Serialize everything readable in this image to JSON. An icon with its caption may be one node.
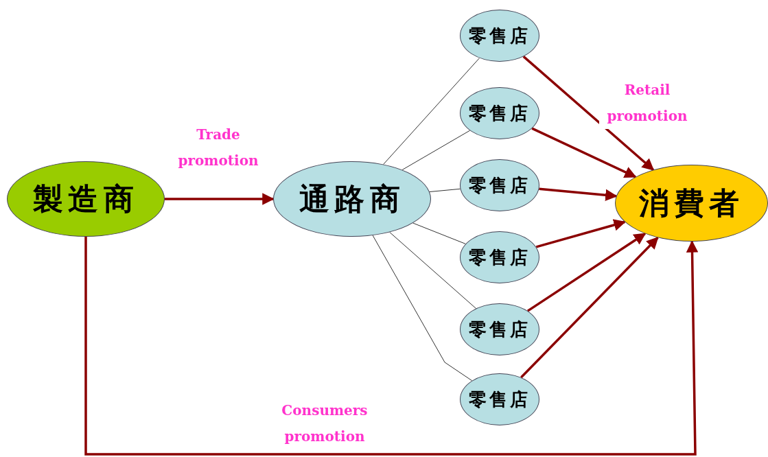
{
  "diagram": {
    "nodes": [
      {
        "text": [
          "製造商"
        ]
      },
      {
        "text": [
          "通路商"
        ]
      },
      {
        "text": [
          "零售店"
        ]
      },
      {
        "text": [
          "零售店"
        ]
      },
      {
        "text": [
          "零售店"
        ]
      },
      {
        "text": [
          "零售店"
        ]
      },
      {
        "text": [
          "零售店"
        ]
      },
      {
        "text": [
          "零售店"
        ]
      },
      {
        "text": [
          "消費者"
        ]
      }
    ],
    "edges": [
      {
        "from": 0,
        "to": 1,
        "arrow": "to",
        "label": "Trade promotion"
      },
      {
        "from": 1,
        "to": 2,
        "arrow": "none",
        "color": "#333333"
      },
      {
        "from": 1,
        "to": 3,
        "arrow": "none",
        "color": "#333333"
      },
      {
        "from": 1,
        "to": 4,
        "arrow": "none",
        "color": "#333333"
      },
      {
        "from": 1,
        "to": 5,
        "arrow": "none",
        "color": "#333333"
      },
      {
        "from": 1,
        "to": 6,
        "arrow": "none",
        "color": "#333333"
      },
      {
        "from": 1,
        "to": 7,
        "arrow": "none",
        "color": "#333333"
      },
      {
        "from": 2,
        "to": 8,
        "arrow": "to"
      },
      {
        "from": 3,
        "to": 8,
        "arrow": "to"
      },
      {
        "from": 4,
        "to": 8,
        "arrow": "to"
      },
      {
        "from": 5,
        "to": 8,
        "arrow": "to"
      },
      {
        "from": 6,
        "to": 8,
        "arrow": "to"
      },
      {
        "from": 7,
        "to": 8,
        "arrow": "to"
      },
      {
        "from": 0,
        "to": 8,
        "arrow": "to",
        "label": "Consumers promotion"
      }
    ],
    "labels": [
      "Retail promotion"
    ]
  }
}
